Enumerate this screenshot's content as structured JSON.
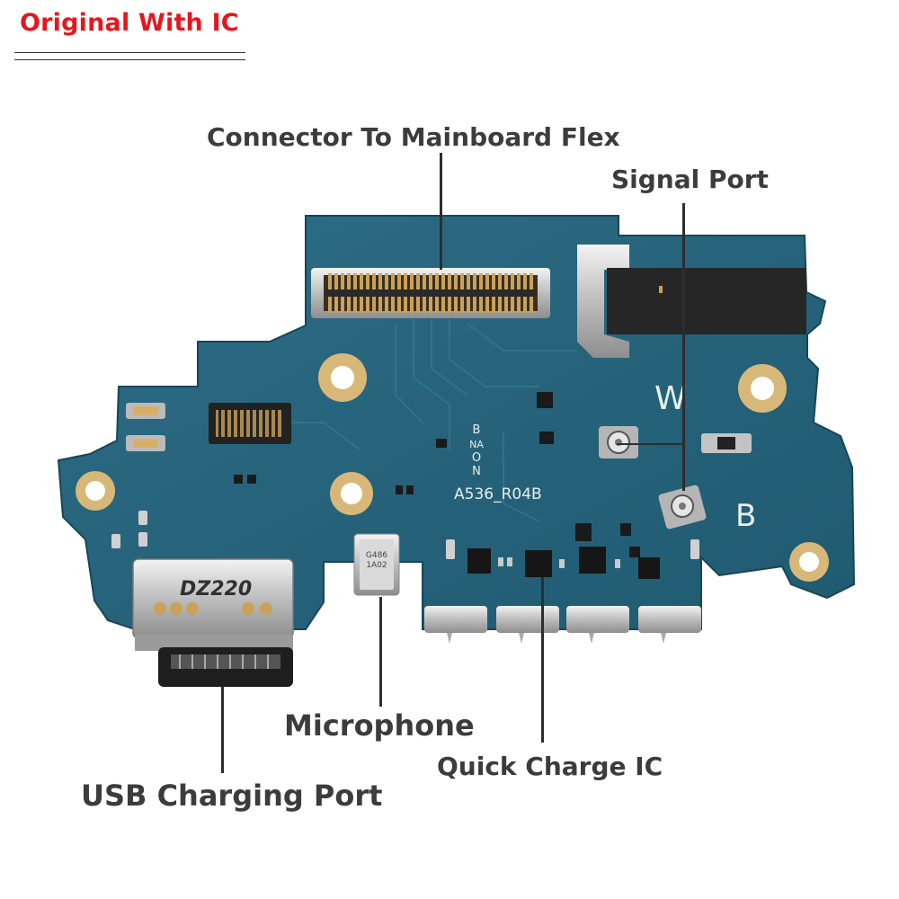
{
  "banner": {
    "text": "Original With IC",
    "color": "#e5171e"
  },
  "labels": {
    "connector": "Connector To Mainboard Flex",
    "signal": "Signal Port",
    "microphone": "Microphone",
    "quick_charge": "Quick Charge IC",
    "usb": "USB Charging Port"
  },
  "board_markings": {
    "model": "A536_R04B",
    "w_mark": "W",
    "b_mark": "B",
    "vertical_code": [
      "B",
      "NA",
      "O",
      "N"
    ],
    "port_code": "DZ220",
    "mic_code_1": "G486",
    "mic_code_2": "1A02"
  },
  "colors": {
    "pcb": "#25607a",
    "pcb_edge": "#1c4b60",
    "gold": "#d8b878",
    "label": "#3c3c3c"
  }
}
